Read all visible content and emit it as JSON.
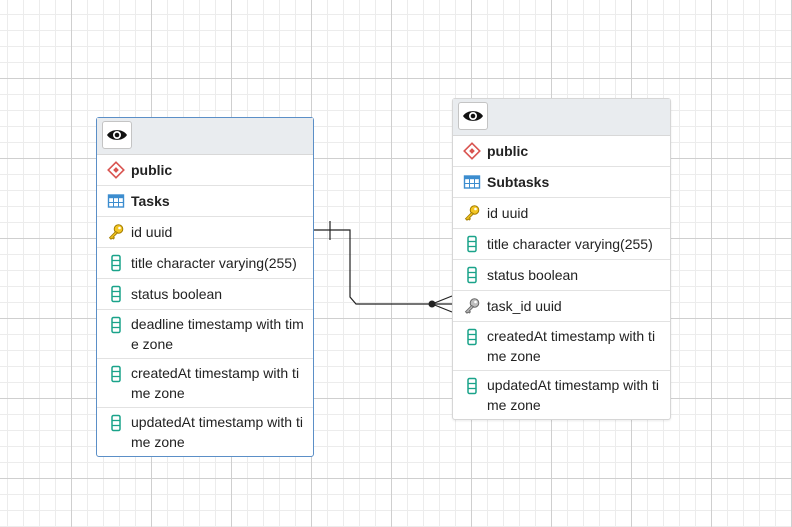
{
  "tables": [
    {
      "id": "tasks",
      "schema": "public",
      "name": "Tasks",
      "columns": [
        {
          "text": "id uuid",
          "kind": "pk"
        },
        {
          "text": "title character varying(255)",
          "kind": "col"
        },
        {
          "text": "status boolean",
          "kind": "col"
        },
        {
          "text": "deadline timestamp with time zone",
          "kind": "col"
        },
        {
          "text": "createdAt timestamp with time zone",
          "kind": "col"
        },
        {
          "text": "updatedAt timestamp with time zone",
          "kind": "col"
        }
      ]
    },
    {
      "id": "subtasks",
      "schema": "public",
      "name": "Subtasks",
      "columns": [
        {
          "text": "id uuid",
          "kind": "pk"
        },
        {
          "text": "title character varying(255)",
          "kind": "col"
        },
        {
          "text": "status boolean",
          "kind": "col"
        },
        {
          "text": "task_id uuid",
          "kind": "fk"
        },
        {
          "text": "createdAt timestamp with time zone",
          "kind": "col"
        },
        {
          "text": "updatedAt timestamp with time zone",
          "kind": "col"
        }
      ]
    }
  ],
  "icons": {
    "header": "eye-icon",
    "schema": "schema-icon",
    "table": "table-icon",
    "pk": "primary-key-icon",
    "fk": "foreign-key-icon",
    "col": "column-icon"
  },
  "colors": {
    "selected_border": "#5b8fc7",
    "schema_icon": "#d9534f",
    "table_icon": "#3c8dcf",
    "key_icon": "#e0b100",
    "fk_icon": "#8a8a8a",
    "column_icon": "#1aa38a",
    "link_line": "#222222"
  },
  "relationship": {
    "from_table": "Tasks",
    "from_column": "id uuid",
    "to_table": "Subtasks",
    "to_column": "task_id uuid",
    "from_end": "one",
    "to_end": "many"
  }
}
